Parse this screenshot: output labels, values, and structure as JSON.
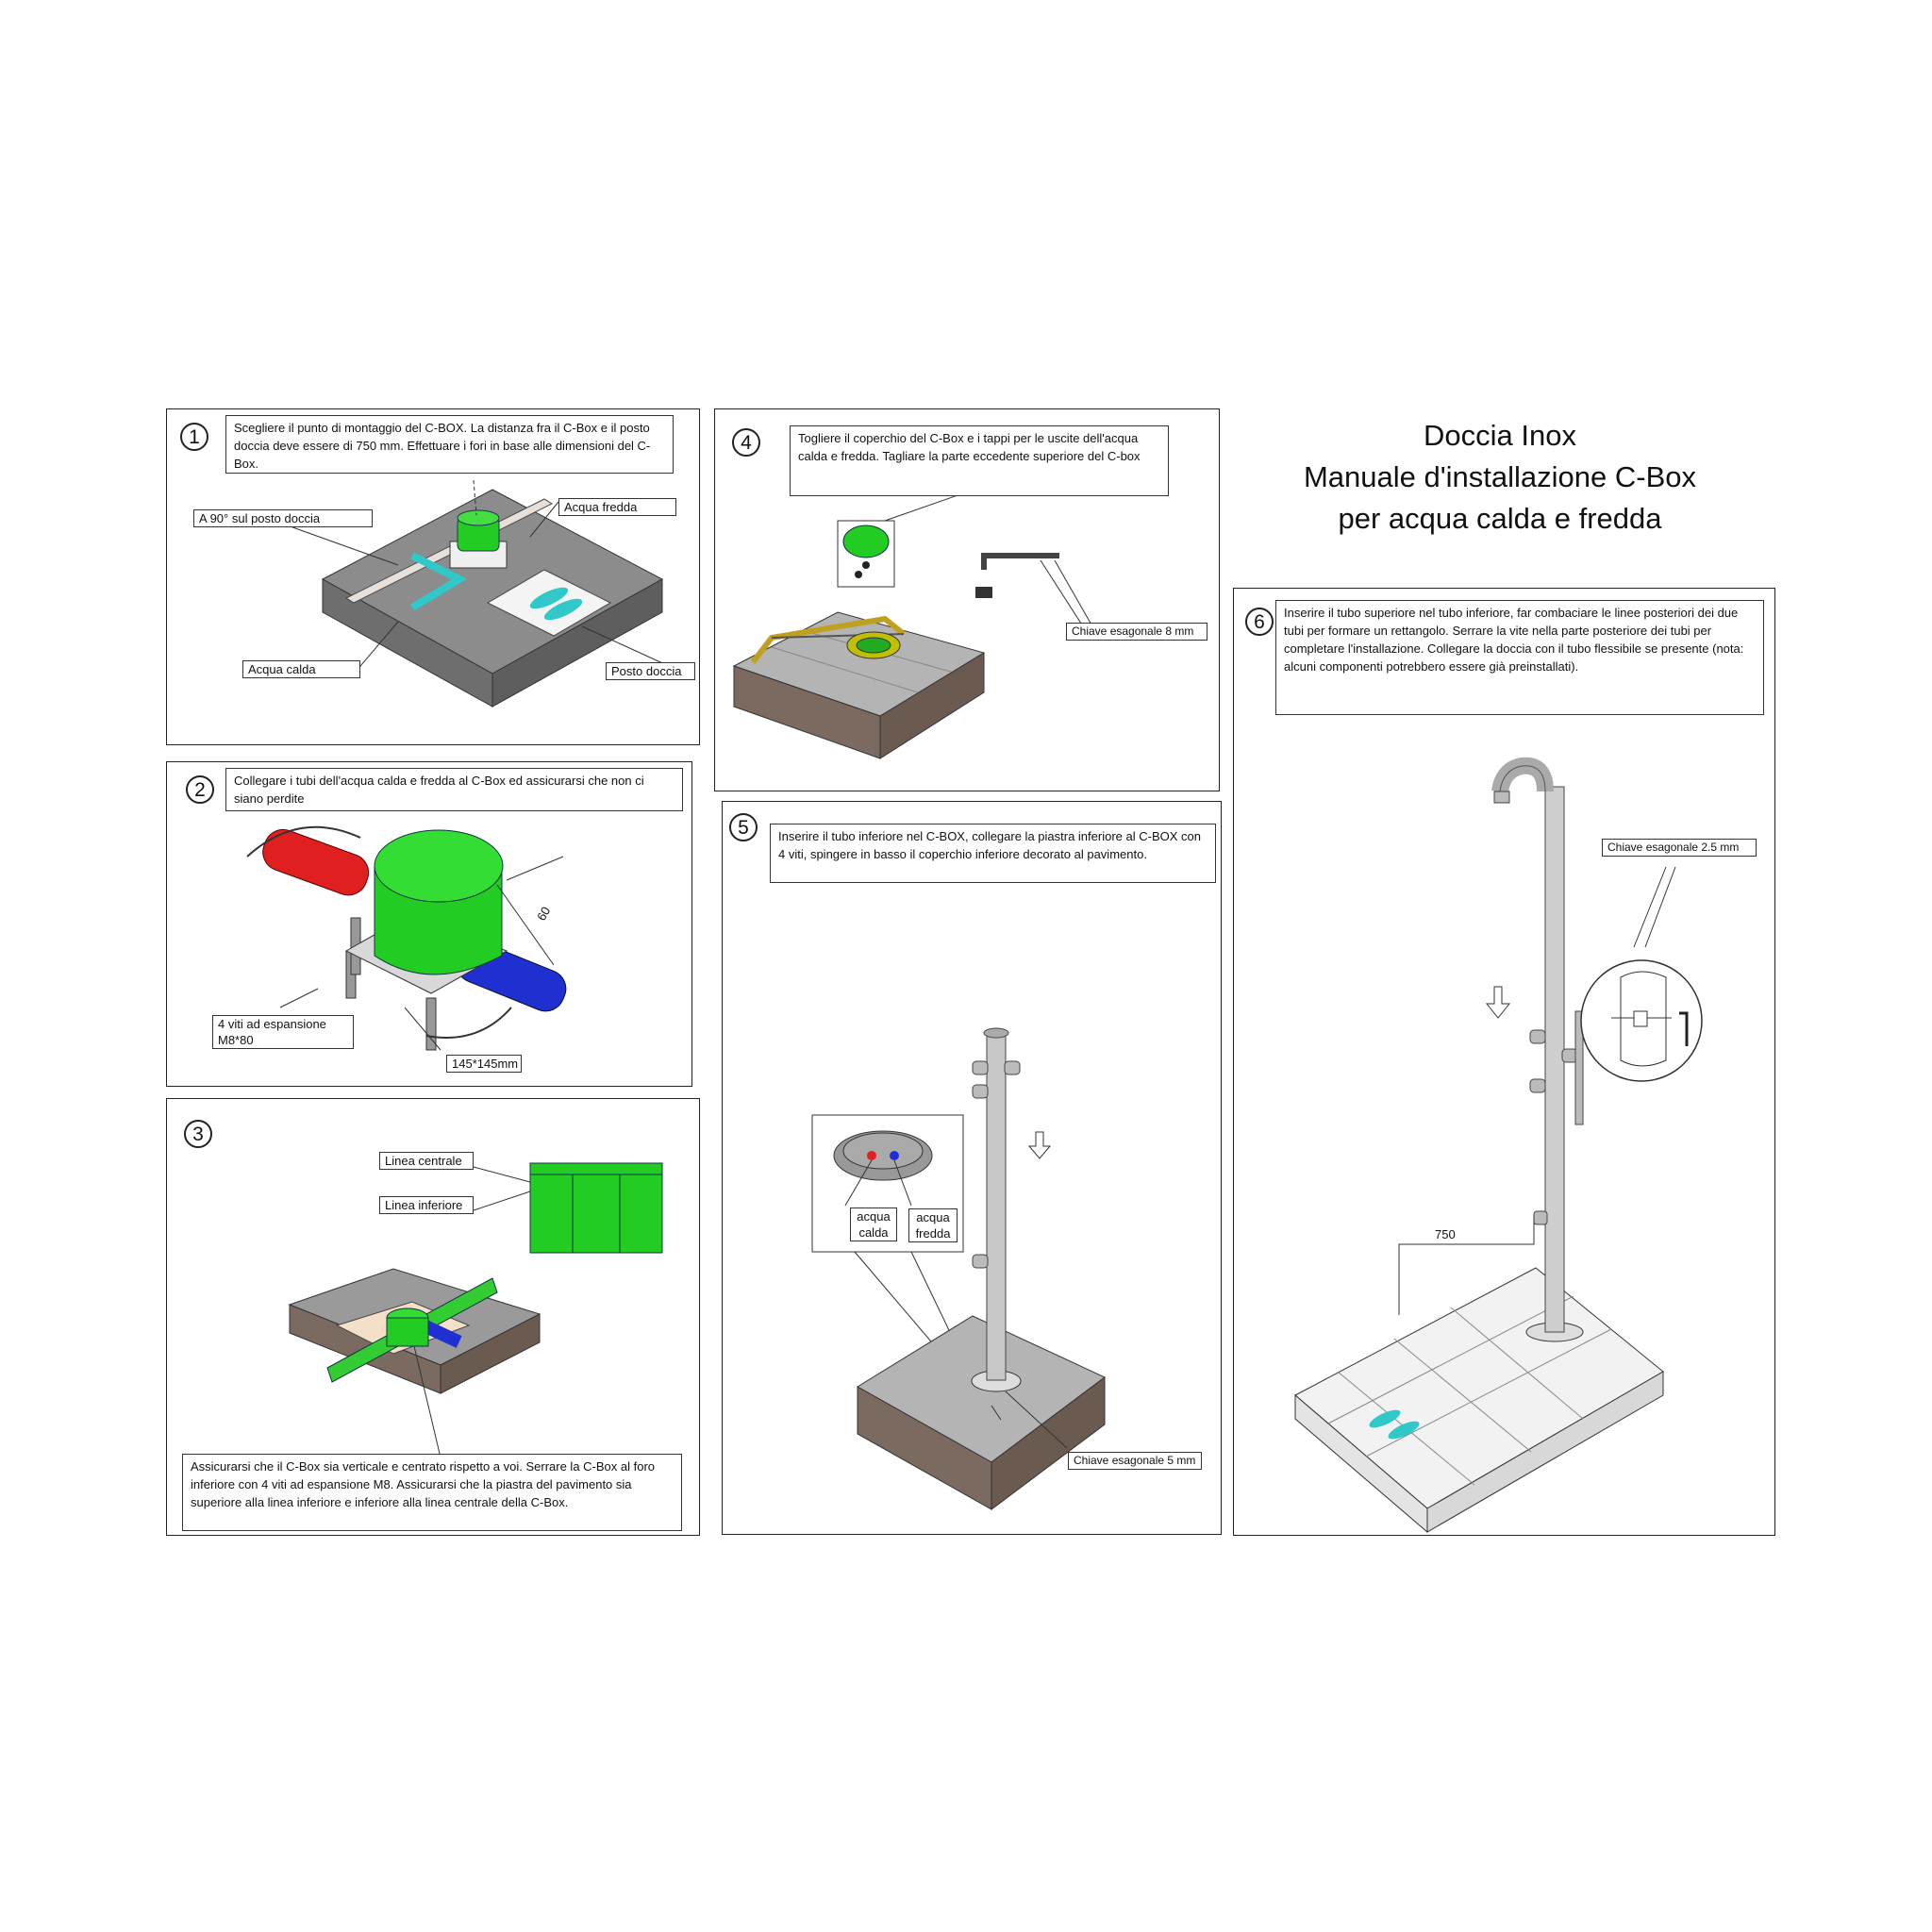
{
  "title": {
    "line1": "Doccia Inox",
    "line2": "Manuale d'installazione C-Box",
    "line3": "per acqua calda e fredda"
  },
  "steps": [
    {
      "num": "1",
      "text": "Scegliere il punto di montaggio del C-BOX. La distanza fra il C-Box e il posto doccia deve essere di 750 mm. Effettuare i fori in base alle dimensioni del C-Box.",
      "labels": {
        "a90": "A 90° sul posto doccia",
        "fredda": "Acqua fredda",
        "calda": "Acqua calda",
        "posto": "Posto doccia"
      }
    },
    {
      "num": "2",
      "text": "Collegare i tubi dell'acqua calda e fredda al C-Box ed assicurarsi che non ci siano perdite",
      "labels": {
        "viti": "4 viti ad espansione M8*80",
        "size": "145*145mm",
        "dim": "60"
      }
    },
    {
      "num": "3",
      "text": "Assicurarsi che il C-Box sia verticale e centrato rispetto a voi. Serrare la C-Box al foro inferiore con 4 viti ad espansione M8. Assicurarsi che la piastra del pavimento sia superiore alla linea inferiore e inferiore alla linea centrale della C-Box.",
      "labels": {
        "centrale": "Linea centrale",
        "inferiore": "Linea inferiore"
      }
    },
    {
      "num": "4",
      "text": "Togliere il coperchio del C-Box e i tappi per le uscite dell'acqua calda e fredda. Tagliare la parte eccedente superiore del C-box",
      "labels": {
        "chiave": "Chiave esagonale 8 mm"
      }
    },
    {
      "num": "5",
      "text": "Inserire il tubo inferiore nel C-BOX, collegare la piastra inferiore al C-BOX con 4 viti, spingere in basso il coperchio inferiore decorato al pavimento.",
      "labels": {
        "calda": "acqua calda",
        "fredda": "acqua fredda",
        "chiave": "Chiave esagonale 5 mm"
      }
    },
    {
      "num": "6",
      "text": "Inserire il tubo superiore nel tubo inferiore, far combaciare le linee posteriori dei due tubi per formare un rettangolo. Serrare la vite nella parte posteriore dei tubi per completare l'installazione. Collegare la doccia con il tubo flessibile se presente (nota: alcuni componenti potrebbero essere già preinstallati).",
      "labels": {
        "chiave": "Chiave esagonale 2.5 mm",
        "dist": "750"
      }
    }
  ],
  "colors": {
    "green": "#22cc22",
    "red": "#e02020",
    "blue": "#2030d0",
    "cyan": "#30c8c8",
    "slab": "#8a8a8a",
    "soil": "#a89080"
  }
}
